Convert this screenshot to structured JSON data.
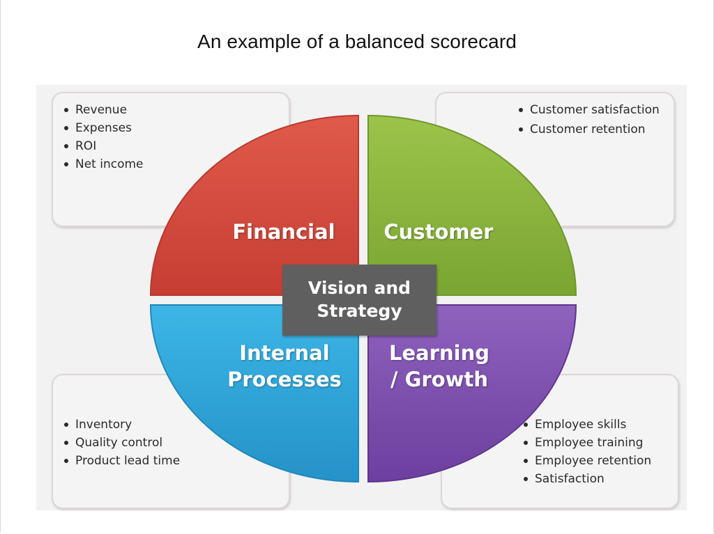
{
  "slide": {
    "title": "An example of a balanced scorecard"
  },
  "center": {
    "line1": "Vision and",
    "line2": "Strategy",
    "color": "#5f5f5f"
  },
  "quadrants": {
    "financial": {
      "label": "Financial",
      "color": "#d24b3e",
      "items": [
        "Revenue",
        "Expenses",
        "ROI",
        "Net income"
      ]
    },
    "customer": {
      "label": "Customer",
      "color": "#8ab33c",
      "items": [
        "Customer satisfaction",
        "Customer retention"
      ]
    },
    "internal": {
      "label_line1": "Internal",
      "label_line2": "Processes",
      "color": "#2ea7d9",
      "items": [
        "Inventory",
        "Quality control",
        "Product lead time"
      ]
    },
    "learning": {
      "label_line1": "Learning",
      "label_line2": "/ Growth",
      "color": "#7e4fae",
      "items": [
        "Employee skills",
        "Employee training",
        "Employee retention",
        "Satisfaction"
      ]
    }
  }
}
